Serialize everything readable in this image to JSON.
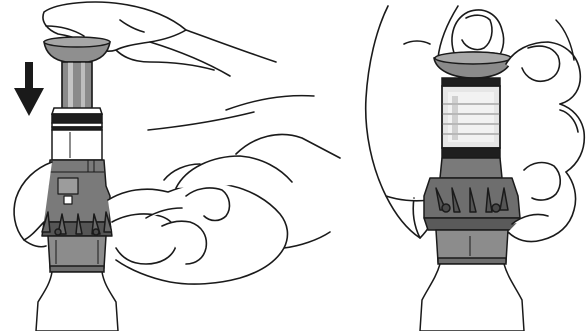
{
  "illustration": {
    "panels": [
      {
        "id": "left",
        "step": "press-plunger-down",
        "arrow_direction": "down"
      },
      {
        "id": "right",
        "step": "grip-connected-adapter"
      }
    ],
    "colors": {
      "line": "#1a1a1a",
      "plunger": "#8a8a8a",
      "plunger_light": "#bdbdbd",
      "adapter": "#777777",
      "adapter_dark": "#5a5a5a",
      "band": "#1e1e1e",
      "glass": "#d9d9d9",
      "vial": "#ffffff",
      "background": "#ffffff"
    },
    "icons": [
      "down-arrow-icon"
    ]
  }
}
